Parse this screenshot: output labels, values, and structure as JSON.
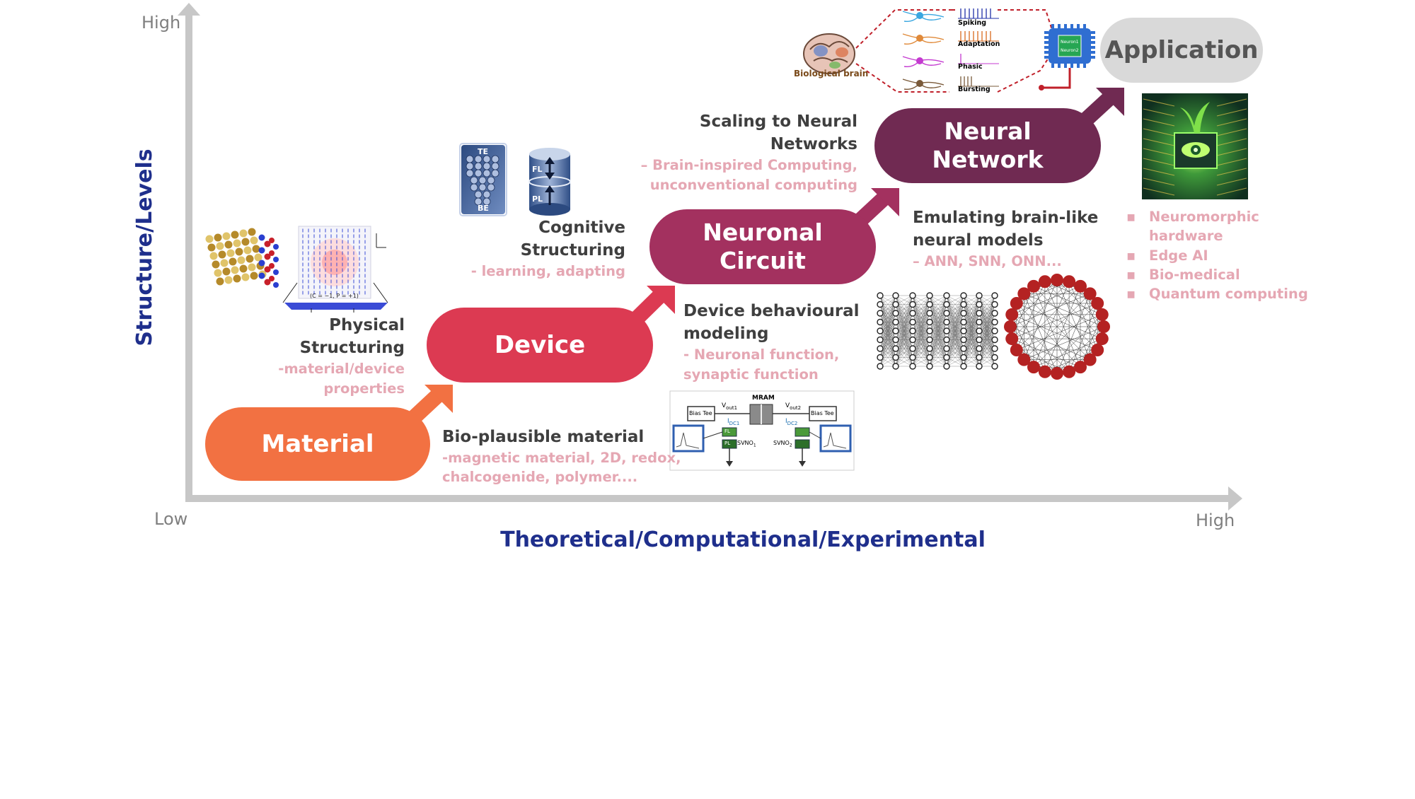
{
  "axes": {
    "y_title": "Structure/Levels",
    "x_title": "Theoretical/Computational/Experimental",
    "y_high": "High",
    "x_low": "Low",
    "x_high": "High"
  },
  "stages": {
    "material": "Material",
    "device": "Device",
    "circuit_line1": "Neuronal",
    "circuit_line2": "Circuit",
    "network_line1": "Neural",
    "network_line2": "Network",
    "application": "Application"
  },
  "annotations": {
    "bio_material": {
      "title": "Bio-plausible material",
      "desc1": "-magnetic material, 2D, redox,",
      "desc2": "chalcogenide, polymer...."
    },
    "physical": {
      "title1": "Physical",
      "title2": "Structuring",
      "desc": "-material/device properties"
    },
    "cognitive": {
      "title1": "Cognitive",
      "title2": "Structuring",
      "desc": "- learning, adapting"
    },
    "device_model": {
      "title1": "Device behavioural",
      "title2": "modeling",
      "desc1": "- Neuronal function,",
      "desc2": "synaptic function"
    },
    "scaling": {
      "title": "Scaling to Neural Networks",
      "desc1": "– Brain-inspired Computing,",
      "desc2": "unconventional computing"
    },
    "emulating": {
      "title1": "Emulating brain-like",
      "title2": "neural models",
      "desc": "– ANN, SNN, ONN..."
    },
    "application_list": [
      "Neuromorphic",
      "hardware",
      "Edge AI",
      "Bio-medical",
      "Quantum computing"
    ]
  },
  "illustrations": {
    "mtj": {
      "te": "TE",
      "be": "BE",
      "fl": "FL",
      "pl": "PL"
    },
    "crystal": {
      "eq": "(C = −1, P = +1)"
    },
    "circuit": {
      "mram": "MRAM",
      "bias_tee_1": "Bias Tee",
      "bias_tee_2": "Bias Tee",
      "vout1": "V",
      "vout1_sub": "out1",
      "vout2": "V",
      "vout2_sub": "out2",
      "idc1": "I",
      "idc1_sub": "DC1",
      "idc2": "I",
      "idc2_sub": "DC2",
      "svno1": "SVNO",
      "svno1_sub": "1",
      "svno2": "SVNO",
      "svno2_sub": "2",
      "fl": "FL",
      "pl": "PL"
    },
    "neuron_models": {
      "brain_label": "Biological brain",
      "spiking": "Spiking",
      "adaptation": "Adaptation",
      "phasic": "Phasic",
      "bursting": "Bursting",
      "chip_line1": "Neuron1",
      "chip_line2": "Neuron2"
    }
  },
  "colors": {
    "material": "#f27142",
    "device": "#dc3a52",
    "circuit": "#a3315f",
    "network": "#702a52",
    "application": "#d9d9d9",
    "axis": "#c7c7c7",
    "axis_title": "#1f2f8c",
    "pink_text": "#e5a7b3",
    "node_red": "#b42222"
  }
}
